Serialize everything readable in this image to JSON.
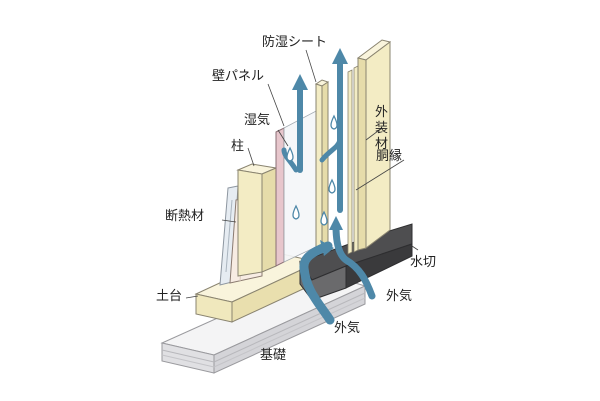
{
  "labels": {
    "moisture_sheet": "防湿シート",
    "wall_panel": "壁パネル",
    "humidity": "湿気",
    "pillar": "柱",
    "insulation": "断熱材",
    "sill": "土台",
    "foundation": "基礎",
    "exterior_material": "外装材",
    "furring_strip": "胴縁",
    "flashing": "水切",
    "outside_air_1": "外気",
    "outside_air_2": "外気"
  },
  "colors": {
    "arrow": "#4e88a8",
    "wood": "#f3ecc4",
    "panel_pink": "#e7c6cc",
    "insulation": "#f7ece3",
    "flashing": "#5e5e60",
    "concrete": "#e6e6e8",
    "glass": "#dfe6ee"
  }
}
